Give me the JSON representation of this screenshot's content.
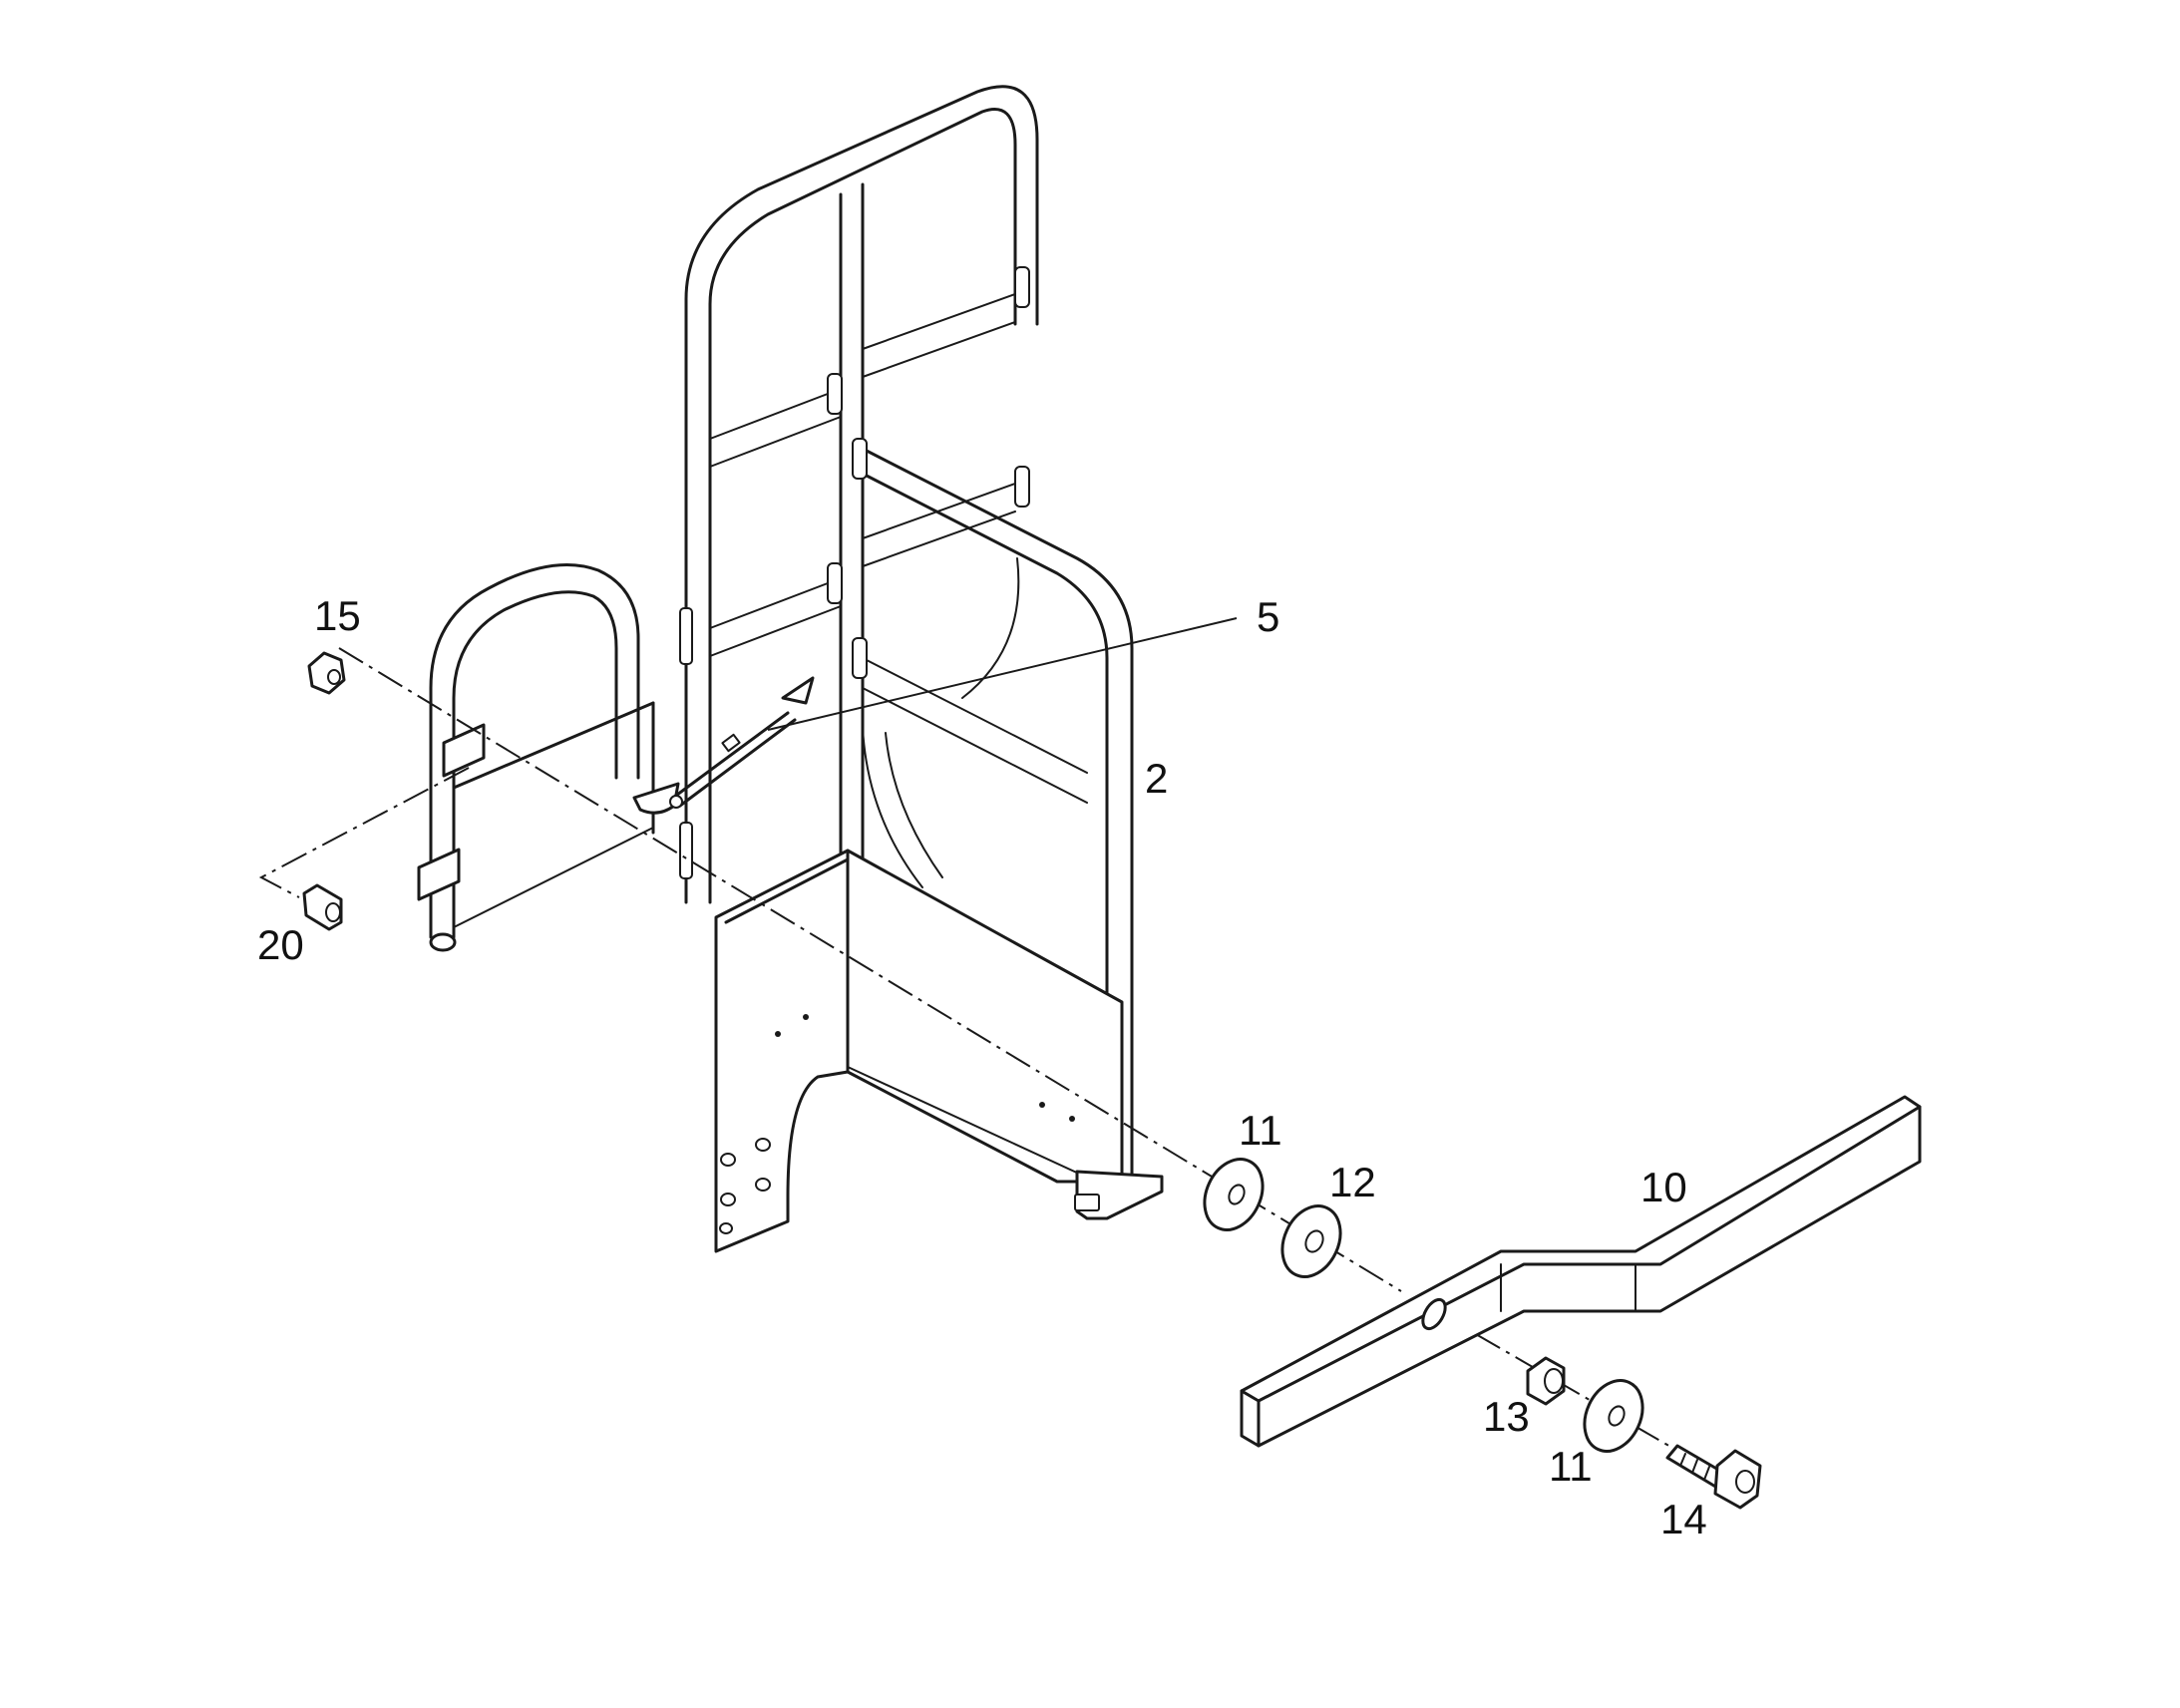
{
  "diagram": {
    "callouts": [
      {
        "id": "2",
        "label": "2"
      },
      {
        "id": "5",
        "label": "5"
      },
      {
        "id": "10",
        "label": "10"
      },
      {
        "id": "11a",
        "label": "11"
      },
      {
        "id": "11b",
        "label": "11"
      },
      {
        "id": "12",
        "label": "12"
      },
      {
        "id": "13",
        "label": "13"
      },
      {
        "id": "14",
        "label": "14"
      },
      {
        "id": "15",
        "label": "15"
      },
      {
        "id": "20",
        "label": "20"
      }
    ]
  }
}
